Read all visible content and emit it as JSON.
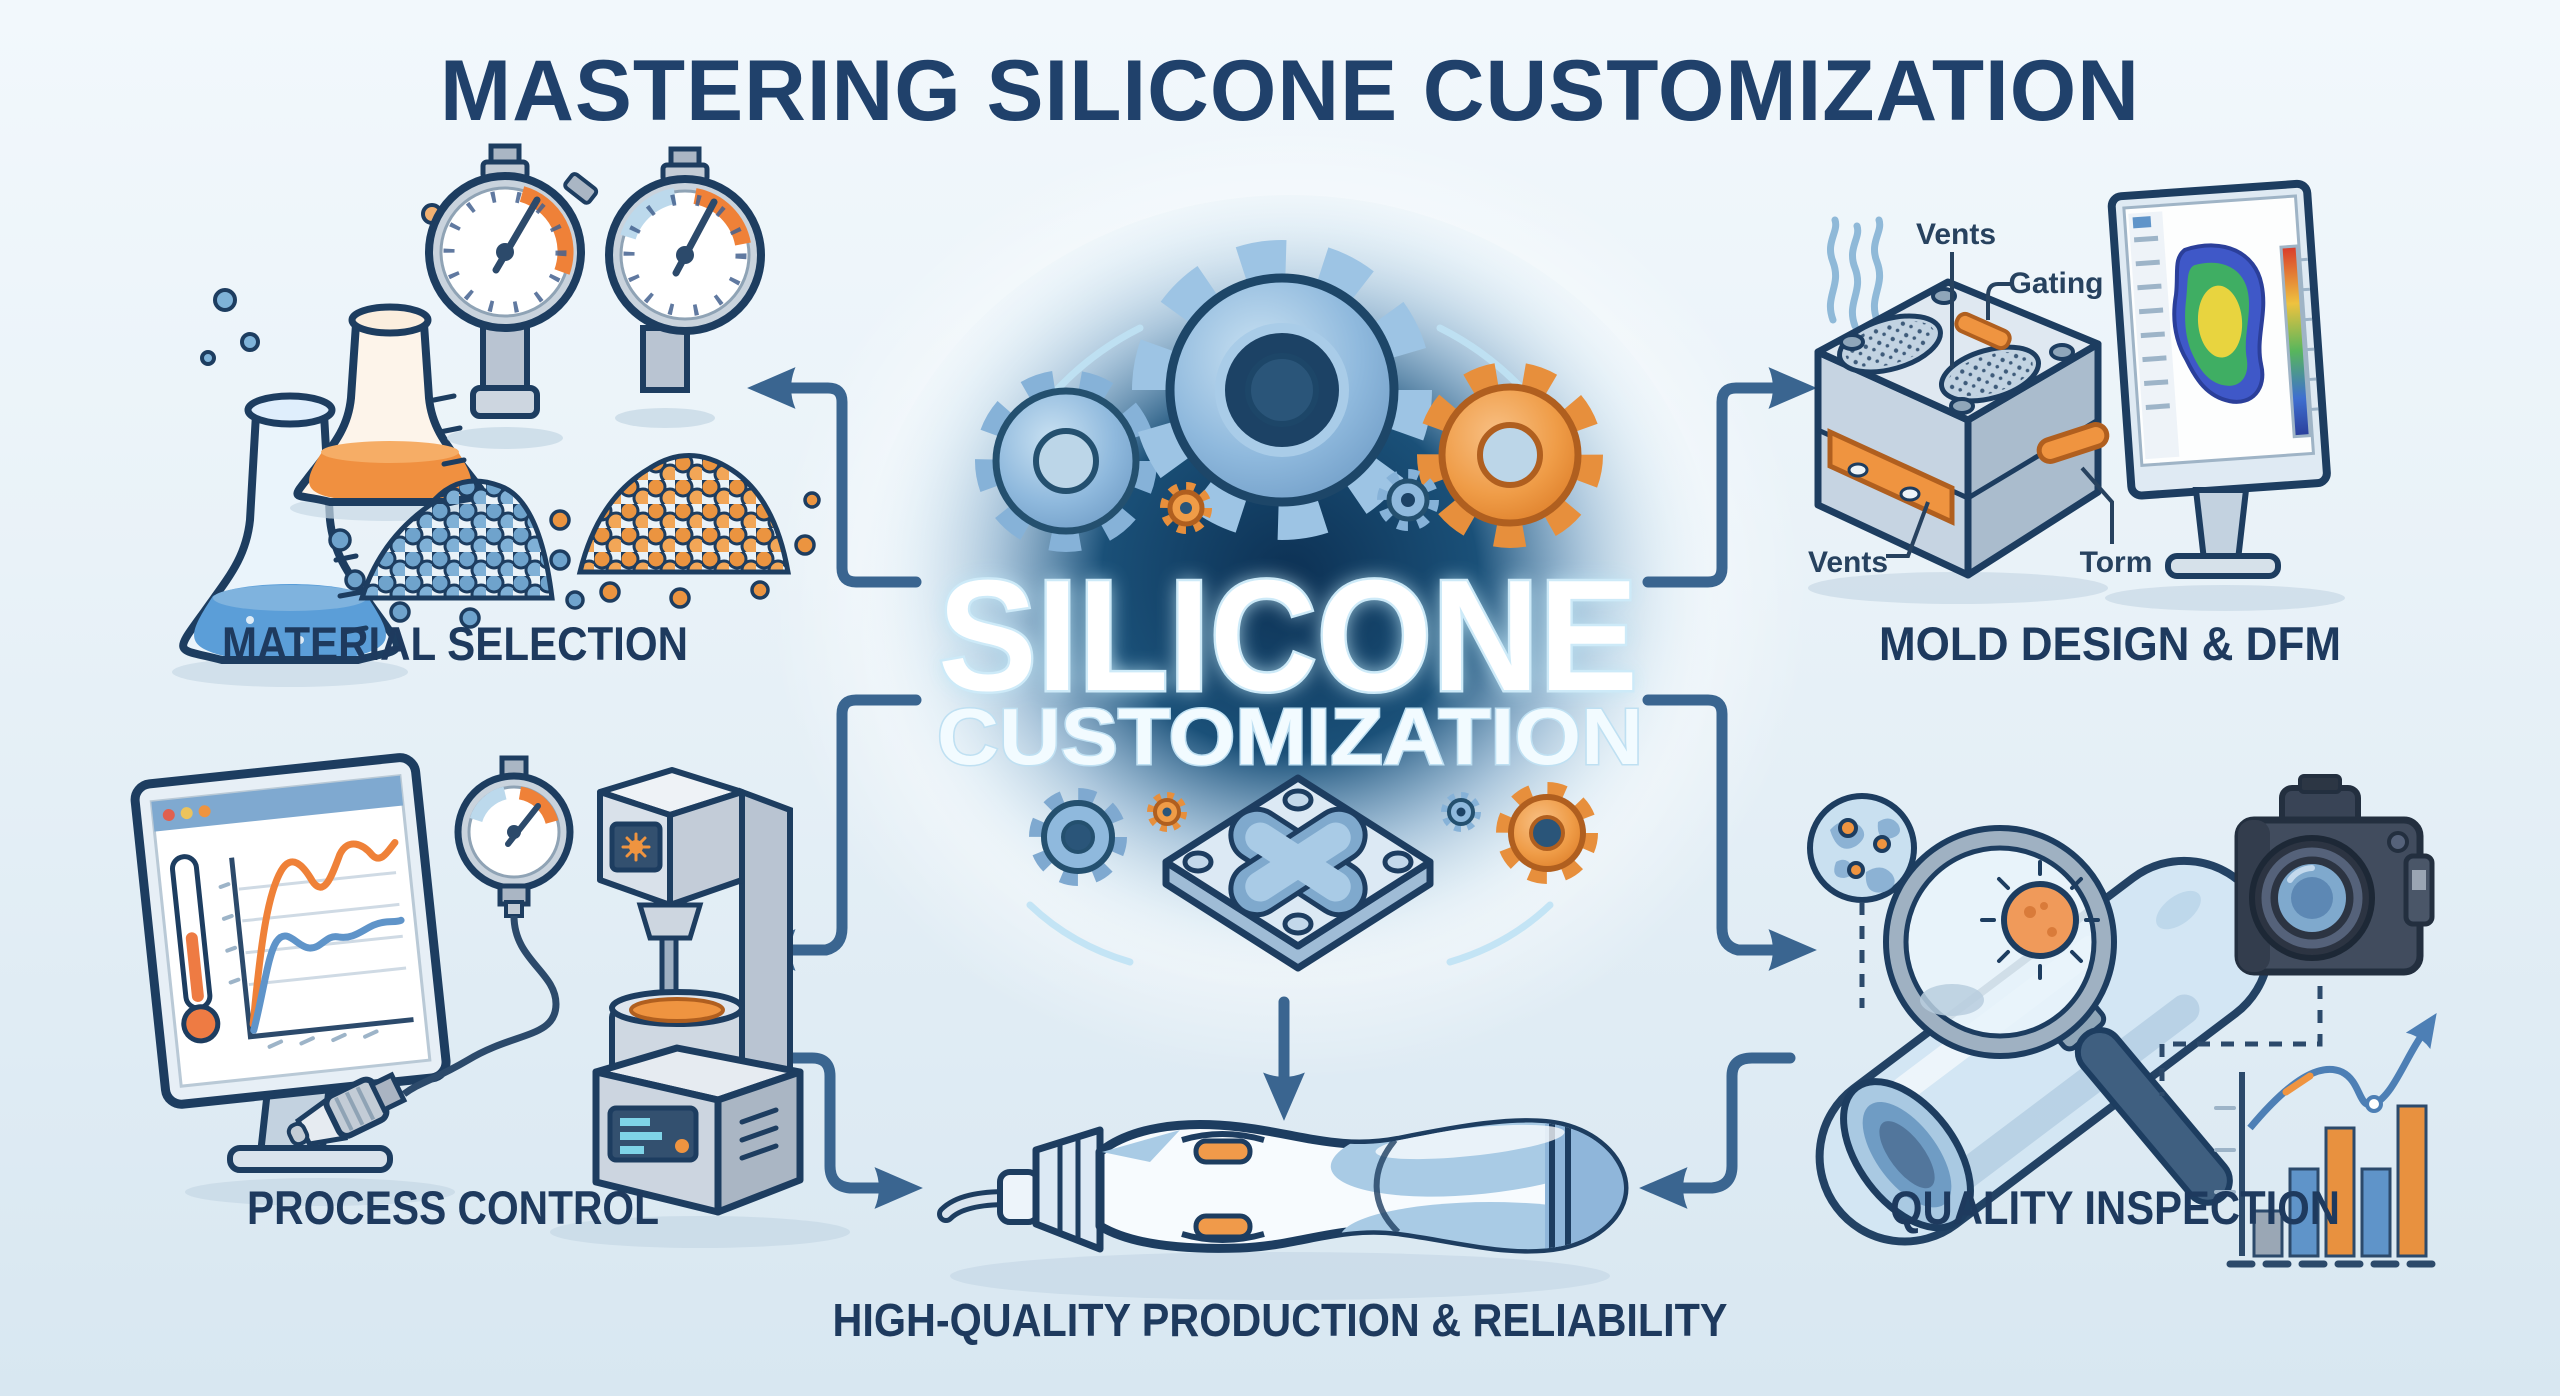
{
  "title": "MASTERING SILICONE CUSTOMIZATION",
  "center": {
    "title_line1": "SILICONE",
    "title_line2": "CUSTOMIZATION"
  },
  "quadrants": {
    "material_selection": {
      "label": "MATERIAL SELECTION"
    },
    "mold_design": {
      "label": "MOLD DESIGN & DFM",
      "annotations": {
        "vents_top": "Vents",
        "gating": "Gating",
        "vents_bottom": "Vents",
        "form": "Torm"
      }
    },
    "process_control": {
      "label": "PROCESS CONTROL"
    },
    "quality_inspection": {
      "label": "QUALITY INSPECTION",
      "mini_chart": {
        "type": "bar",
        "bar_heights_rel": [
          0.3,
          0.58,
          0.85,
          0.58,
          1.0
        ],
        "bar_colors": [
          "#9aa7b5",
          "#5f94c9",
          "#e8913f",
          "#5f94c9",
          "#e8913f"
        ]
      }
    }
  },
  "footer": {
    "label": "HIGH-QUALITY PRODUCTION & RELIABILITY"
  },
  "colors": {
    "background_top": "#f2f8fc",
    "background_bottom": "#d8e7f1",
    "navy_outline": "#1d3d60",
    "label_text": "#1e3a5e",
    "arrow": "#3a6590",
    "accent_orange": "#ef9440",
    "accent_blue": "#8fb9dd",
    "glow_core": "#0d3154"
  }
}
